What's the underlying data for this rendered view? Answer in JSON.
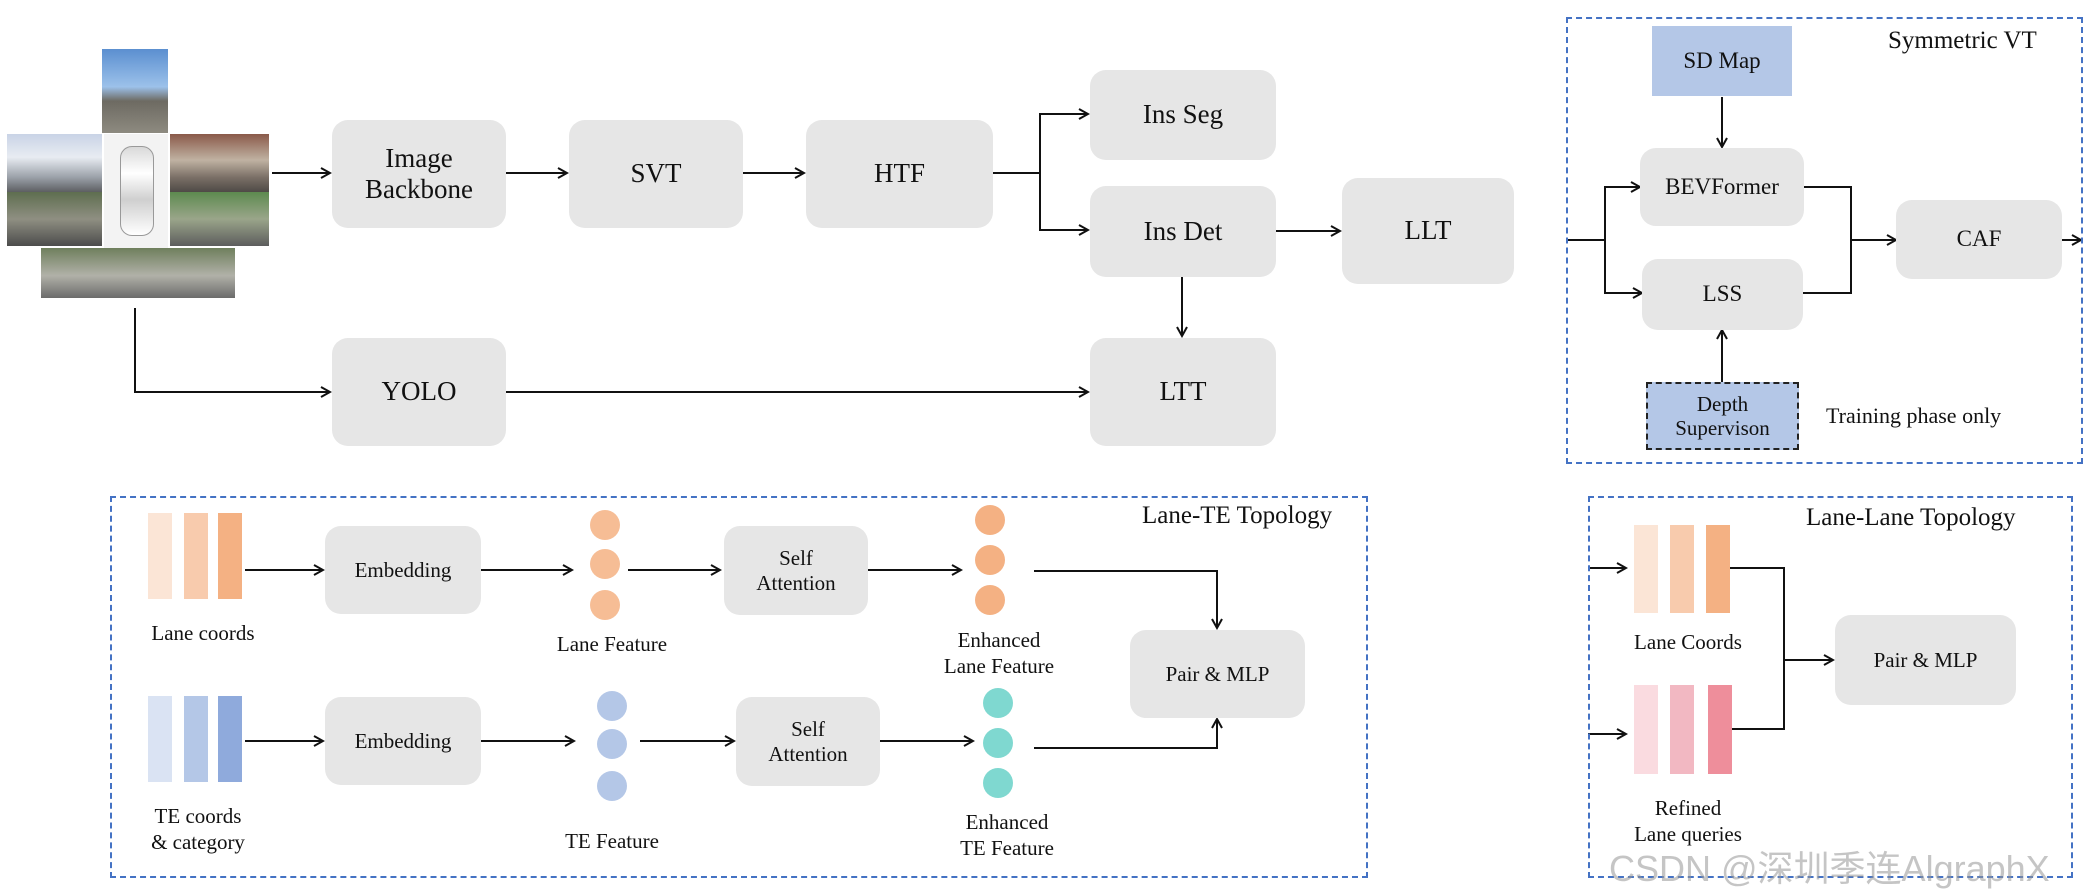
{
  "pipeline": {
    "image_backbone": "Image\nBackbone",
    "svt": "SVT",
    "htf": "HTF",
    "ins_seg": "Ins Seg",
    "ins_det": "Ins Det",
    "llt": "LLT",
    "yolo": "YOLO",
    "ltt": "LTT"
  },
  "symmetric_vt": {
    "title": "Symmetric VT",
    "sd_map": "SD Map",
    "bevformer": "BEVFormer",
    "lss": "LSS",
    "caf": "CAF",
    "depth_supervision": "Depth\nSupervison",
    "training_note": "Training phase only"
  },
  "lane_te_topology": {
    "title": "Lane-TE Topology",
    "embedding_top": "Embedding",
    "embedding_bottom": "Embedding",
    "self_attention_top": "Self\nAttention",
    "self_attention_bottom": "Self\nAttention",
    "pair_mlp": "Pair & MLP",
    "lane_coords": "Lane coords",
    "te_coords": "TE coords\n& category",
    "lane_feature": "Lane Feature",
    "te_feature": "TE Feature",
    "enhanced_lane_feature": "Enhanced\nLane Feature",
    "enhanced_te_feature": "Enhanced\nTE Feature"
  },
  "lane_lane_topology": {
    "title": "Lane-Lane Topology",
    "lane_coords": "Lane Coords",
    "refined_queries": "Refined\nLane queries",
    "pair_mlp": "Pair & MLP"
  },
  "watermark": "CSDN @深圳季连AlgraphX",
  "colors": {
    "box_fill": "#e6e6e6",
    "highlight_blue": "#b4c7e7",
    "region_border": "#4472c4",
    "lane_bars": [
      "#fbe5d6",
      "#f8cbad",
      "#f4b183"
    ],
    "te_bars": [
      "#dae3f3",
      "#b4c7e7",
      "#8faadc"
    ],
    "refined_bars": [
      "#fadbe0",
      "#f2b8c2",
      "#ee8e9b"
    ],
    "lane_dots": "#f4b183",
    "te_dots": "#b4c7e7",
    "enhanced_te_dots": "#7fd8d0"
  }
}
